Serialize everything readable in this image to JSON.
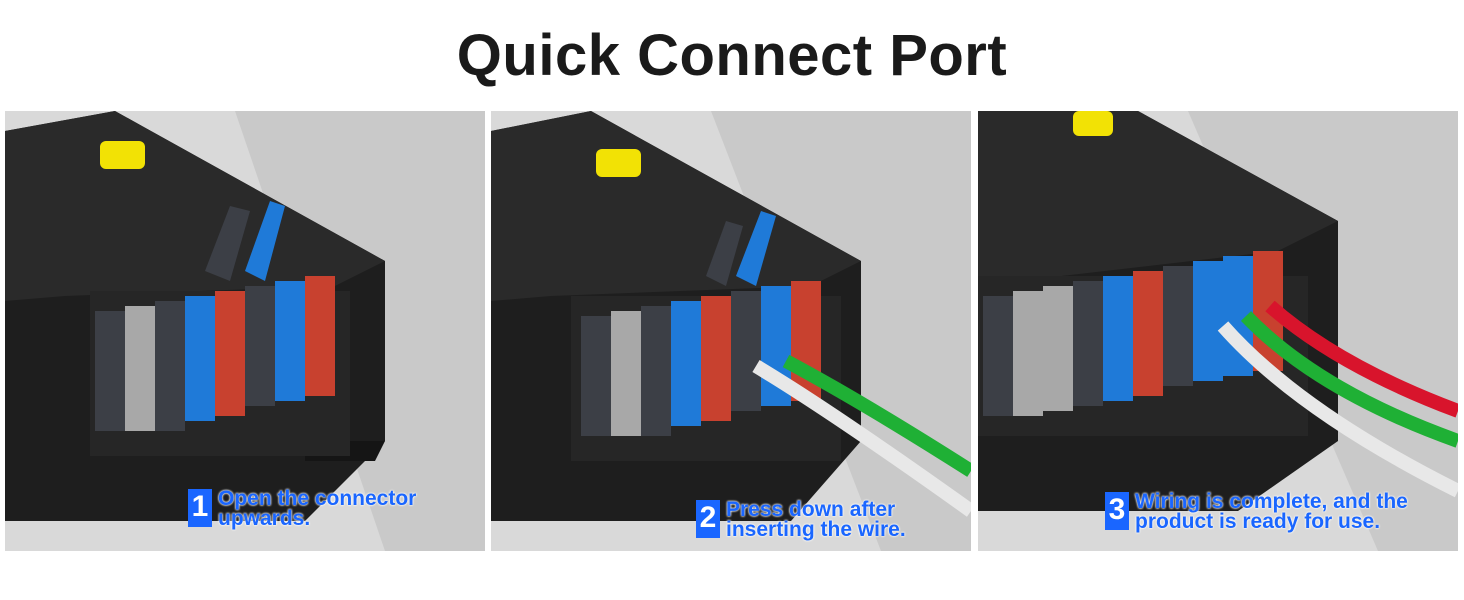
{
  "title": "Quick Connect Port",
  "panels": [
    {
      "number": "1",
      "line1": "Open the connector",
      "line2": "upwards."
    },
    {
      "number": "2",
      "line1": "Press down after",
      "line2": "inserting the wire."
    },
    {
      "number": "3",
      "line1": "Wiring is complete, and the",
      "line2": "product is ready for use."
    }
  ],
  "colors": {
    "accent": "#1a66ff",
    "device_body": "#1e1e1e",
    "lever_blue": "#1f7ad8",
    "lever_red": "#c8412f",
    "lever_grey": "#9a9a9a",
    "wire_red": "#d8142c",
    "wire_green": "#1fb035",
    "wire_white": "#e8e8e8"
  },
  "icons": [
    "device-illustration",
    "wire-illustration"
  ]
}
